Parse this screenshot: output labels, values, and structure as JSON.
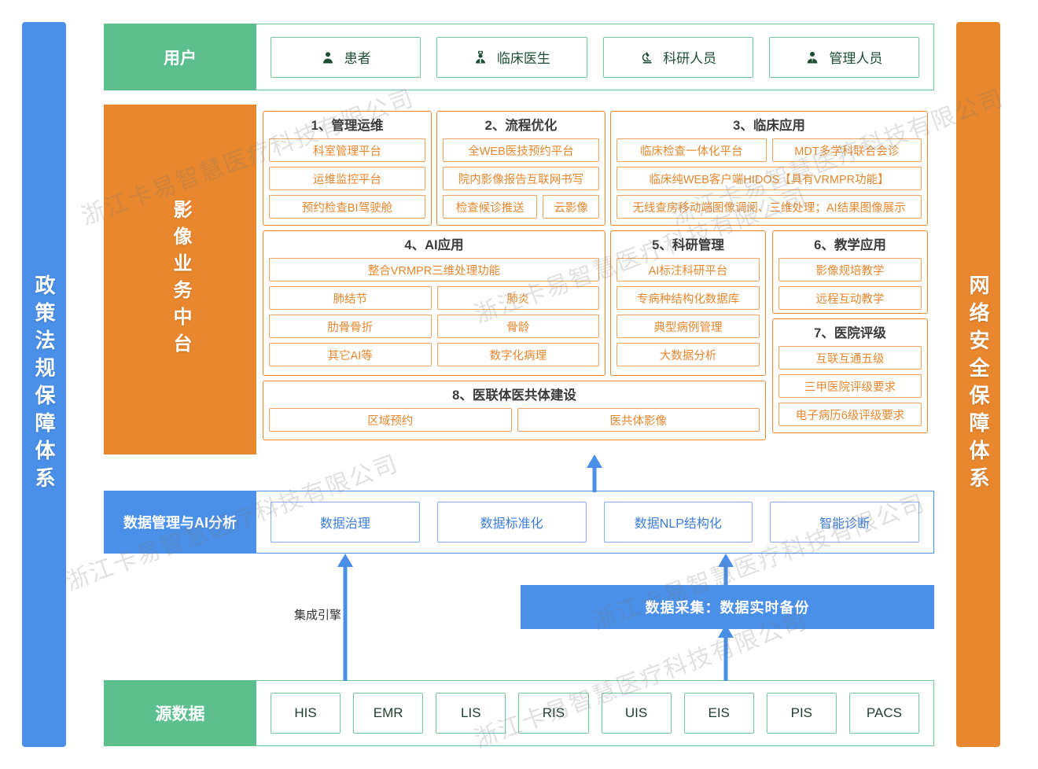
{
  "sidebars": {
    "left": {
      "text": "政策法规保障体系",
      "color": "#4a90e8"
    },
    "right": {
      "text": "网络安全保障体系",
      "color": "#e8872e"
    }
  },
  "user_row": {
    "label": "用户",
    "color": "#5cbf8e",
    "items": [
      {
        "icon": "patient-icon",
        "label": "患者"
      },
      {
        "icon": "doctor-icon",
        "label": "临床医生"
      },
      {
        "icon": "microscope-icon",
        "label": "科研人员"
      },
      {
        "icon": "manager-icon",
        "label": "管理人员"
      }
    ]
  },
  "middle": {
    "label": "影像业务中台",
    "color": "#e8872e",
    "cards": [
      {
        "title": "1、管理运维",
        "rows": [
          [
            "科室管理平台"
          ],
          [
            "运维监控平台"
          ],
          [
            "预约检查BI驾驶舱"
          ]
        ]
      },
      {
        "title": "2、流程优化",
        "rows": [
          [
            "全WEB医技预约平台"
          ],
          [
            "院内影像报告互联网书写"
          ],
          [
            "检查候诊推送",
            "云影像"
          ]
        ]
      },
      {
        "title": "3、临床应用",
        "rows": [
          [
            "临床检查一体化平台",
            "MDT多学科联合会诊"
          ],
          [
            "临床纯WEB客户端HIDOS【具有VRMPR功能】"
          ],
          [
            "无线查房移动端图像调阅、三维处理；AI结果图像展示"
          ]
        ]
      },
      {
        "title": "4、AI应用",
        "rows": [
          [
            "整合VRMPR三维处理功能"
          ],
          [
            "肺结节",
            "肺炎"
          ],
          [
            "肋骨骨折",
            "骨龄"
          ],
          [
            "其它AI等",
            "数字化病理"
          ]
        ]
      },
      {
        "title": "5、科研管理",
        "rows": [
          [
            "AI标注科研平台"
          ],
          [
            "专病种结构化数据库"
          ],
          [
            "典型病例管理"
          ],
          [
            "大数据分析"
          ]
        ]
      },
      {
        "title": "6、教学应用",
        "rows": [
          [
            "影像规培教学"
          ],
          [
            "远程互动教学"
          ]
        ]
      },
      {
        "title": "7、医院评级",
        "rows": [
          [
            "互联互通五级"
          ],
          [
            "三甲医院评级要求"
          ],
          [
            "电子病历6级评级要求"
          ]
        ]
      },
      {
        "title": "8、医联体医共体建设",
        "rows": [
          [
            "区域预约",
            "医共体影像"
          ]
        ]
      }
    ]
  },
  "data_row": {
    "label": "数据管理与AI分析",
    "color": "#4a90e8",
    "items": [
      "数据治理",
      "数据标准化",
      "数据NLP结构化",
      "智能诊断"
    ]
  },
  "collect_bar": {
    "label": "数据采集：数据实时备份",
    "color": "#4a90e8"
  },
  "engine_label": "集成引擎",
  "source_row": {
    "label": "源数据",
    "color": "#5cbf8e",
    "items": [
      "HIS",
      "EMR",
      "LIS",
      "RIS",
      "UIS",
      "EIS",
      "PIS",
      "PACS"
    ]
  },
  "watermark": {
    "text": "浙江卡易智慧医疗科技有限公司"
  }
}
